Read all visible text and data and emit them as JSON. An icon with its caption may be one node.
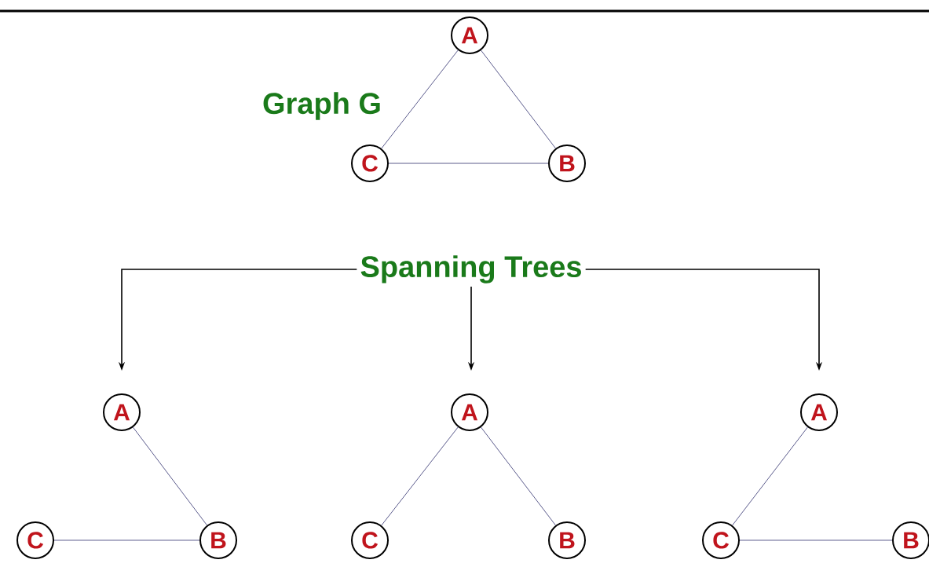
{
  "diagram": {
    "nodes": [
      {
        "text": [
          "A"
        ]
      },
      {
        "text": [
          "C"
        ]
      },
      {
        "text": [
          "B"
        ]
      },
      {
        "text": [
          "Spanning Trees"
        ]
      },
      {
        "text": [
          "A"
        ]
      },
      {
        "text": [
          "C"
        ]
      },
      {
        "text": [
          "B"
        ]
      },
      {
        "text": [
          "A"
        ]
      },
      {
        "text": [
          "C"
        ]
      },
      {
        "text": [
          "B"
        ]
      },
      {
        "text": [
          "A"
        ]
      },
      {
        "text": [
          "C"
        ]
      },
      {
        "text": [
          "B"
        ]
      }
    ],
    "edges": [
      {
        "from": 0,
        "to": 1,
        "arrow": "none"
      },
      {
        "from": 0,
        "to": 2,
        "arrow": "none"
      },
      {
        "from": 1,
        "to": 2,
        "arrow": "none"
      },
      {
        "from": 3,
        "to": null,
        "arrow": "to",
        "color": "#000000"
      },
      {
        "from": 3,
        "to": null,
        "arrow": "to",
        "color": "#000000"
      },
      {
        "from": 3,
        "to": null,
        "arrow": "to",
        "color": "#000000"
      },
      {
        "from": 4,
        "to": 6,
        "arrow": "none"
      },
      {
        "from": 5,
        "to": 6,
        "arrow": "none"
      },
      {
        "from": 7,
        "to": 8,
        "arrow": "none"
      },
      {
        "from": 7,
        "to": 9,
        "arrow": "none"
      },
      {
        "from": 10,
        "to": 11,
        "arrow": "none"
      },
      {
        "from": 11,
        "to": 12,
        "arrow": "none"
      }
    ],
    "labels": [
      "Graph G"
    ]
  }
}
